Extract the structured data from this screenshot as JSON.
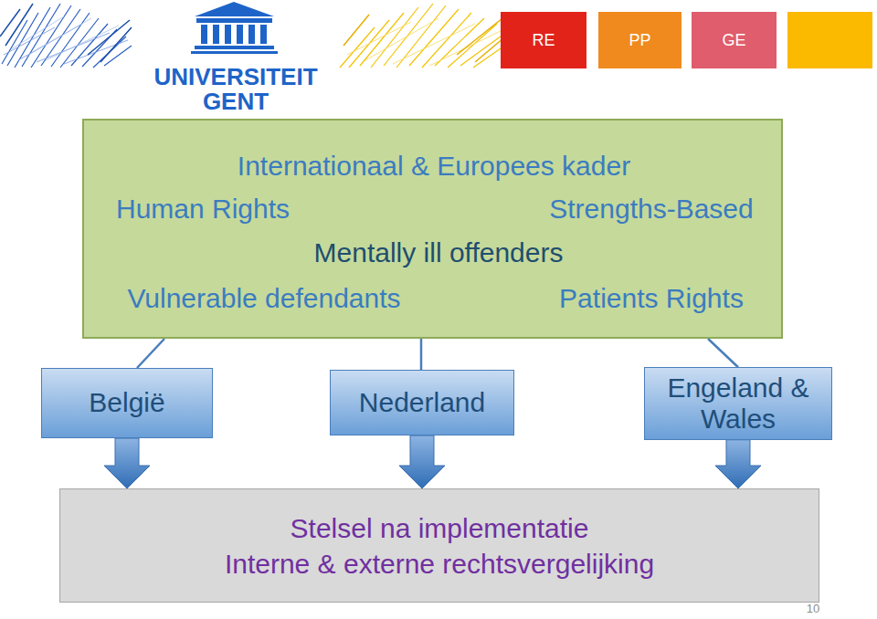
{
  "diagram": {
    "nodes": [
      {
        "text": [
          "RE"
        ]
      },
      {
        "text": [
          "PP"
        ]
      },
      {
        "text": [
          "GE"
        ]
      },
      {
        "text": [
          "Internationaal & Europees kader",
          "Human Rights",
          "Strengths-Based",
          "Mentally ill offenders",
          "Vulnerable defendants",
          "Patients Rights"
        ]
      },
      {
        "text": [
          "België"
        ]
      },
      {
        "text": [
          "Nederland"
        ]
      },
      {
        "text": [
          "Engeland & Wales"
        ]
      },
      {
        "text": [
          "Stelsel na implementatie",
          "Interne & externe rechtsvergelijking"
        ]
      }
    ],
    "edges": [
      {
        "from": 3,
        "to": 4,
        "arrow": "none"
      },
      {
        "from": 3,
        "to": 5,
        "arrow": "none"
      },
      {
        "from": 3,
        "to": 6,
        "arrow": "none"
      },
      {
        "from": 4,
        "to": 7,
        "arrow": "to"
      },
      {
        "from": 5,
        "to": 7,
        "arrow": "to"
      },
      {
        "from": 6,
        "to": 7,
        "arrow": "to"
      }
    ],
    "labels": [
      "UNIVERSITEIT GENT",
      "10"
    ]
  }
}
